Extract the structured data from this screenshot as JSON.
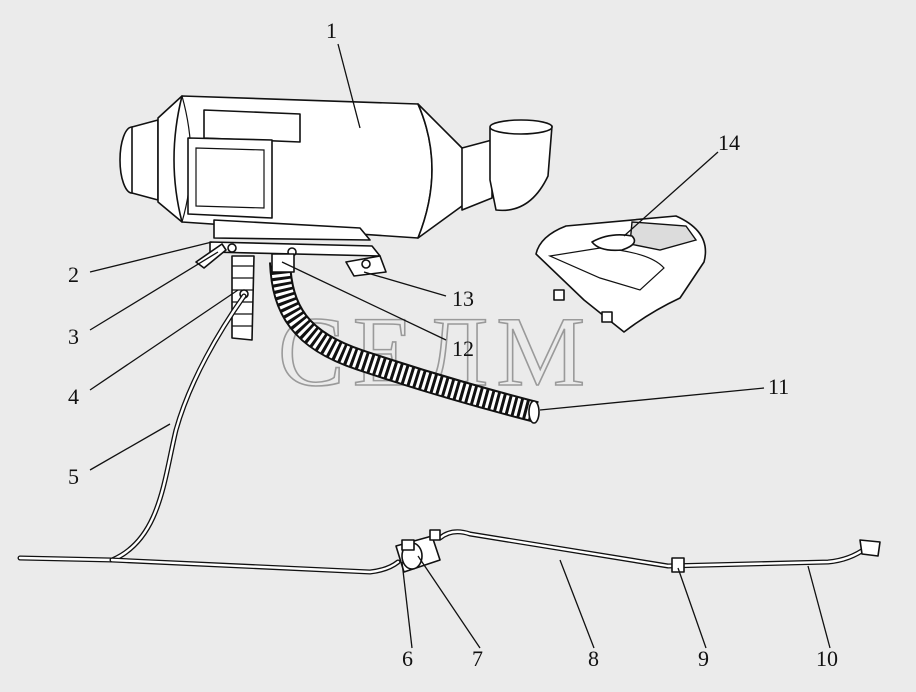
{
  "watermark": "СЕЛМ",
  "callouts": [
    {
      "id": "1",
      "label": "1"
    },
    {
      "id": "2",
      "label": "2"
    },
    {
      "id": "3",
      "label": "3"
    },
    {
      "id": "4",
      "label": "4"
    },
    {
      "id": "5",
      "label": "5"
    },
    {
      "id": "6",
      "label": "6"
    },
    {
      "id": "7",
      "label": "7"
    },
    {
      "id": "8",
      "label": "8"
    },
    {
      "id": "9",
      "label": "9"
    },
    {
      "id": "10",
      "label": "10"
    },
    {
      "id": "11",
      "label": "11"
    },
    {
      "id": "12",
      "label": "12"
    },
    {
      "id": "13",
      "label": "13"
    },
    {
      "id": "14",
      "label": "14"
    }
  ],
  "colors": {
    "background": "#ebebeb",
    "line": "#111111",
    "watermark": "#9a9a9a"
  }
}
